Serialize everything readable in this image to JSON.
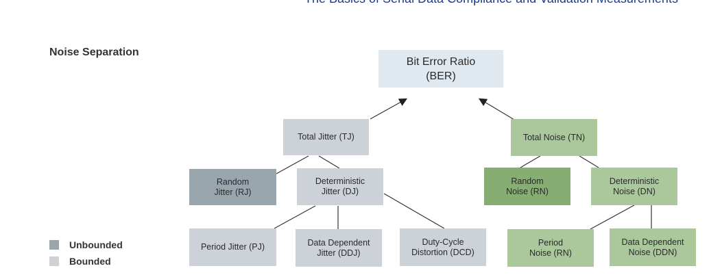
{
  "header": {
    "text": "The Basics of Serial Data Compliance and Validation Measurements"
  },
  "title": "Noise Separation",
  "nodes": {
    "ber": "Bit Error Ratio\n(BER)",
    "tj": "Total Jitter (TJ)",
    "rj": "Random\nJitter (RJ)",
    "dj": "Deterministic\nJitter (DJ)",
    "pj": "Period Jitter (PJ)",
    "ddj": "Data Dependent\nJitter (DDJ)",
    "dcd": "Duty-Cycle\nDistortion (DCD)",
    "tn": "Total Noise (TN)",
    "rn": "Random\nNoise (RN)",
    "dn": "Deterministic\nNoise (DN)",
    "pn": "Period\nNoise (RN)",
    "ddn": "Data Dependent\nNoise (DDN)"
  },
  "legend": [
    {
      "label": "Unbounded",
      "color": "#9aa6ae"
    },
    {
      "label": "Bounded",
      "color": "#ccd2d8"
    }
  ],
  "colors": {
    "ber": "#e0e8f0",
    "bounded_jitter": "#ccd2d8",
    "unbounded_jitter": "#9aa6ae",
    "bounded_noise": "#aac89c",
    "unbounded_noise": "#86ad72",
    "header": "#1d3a8f"
  }
}
